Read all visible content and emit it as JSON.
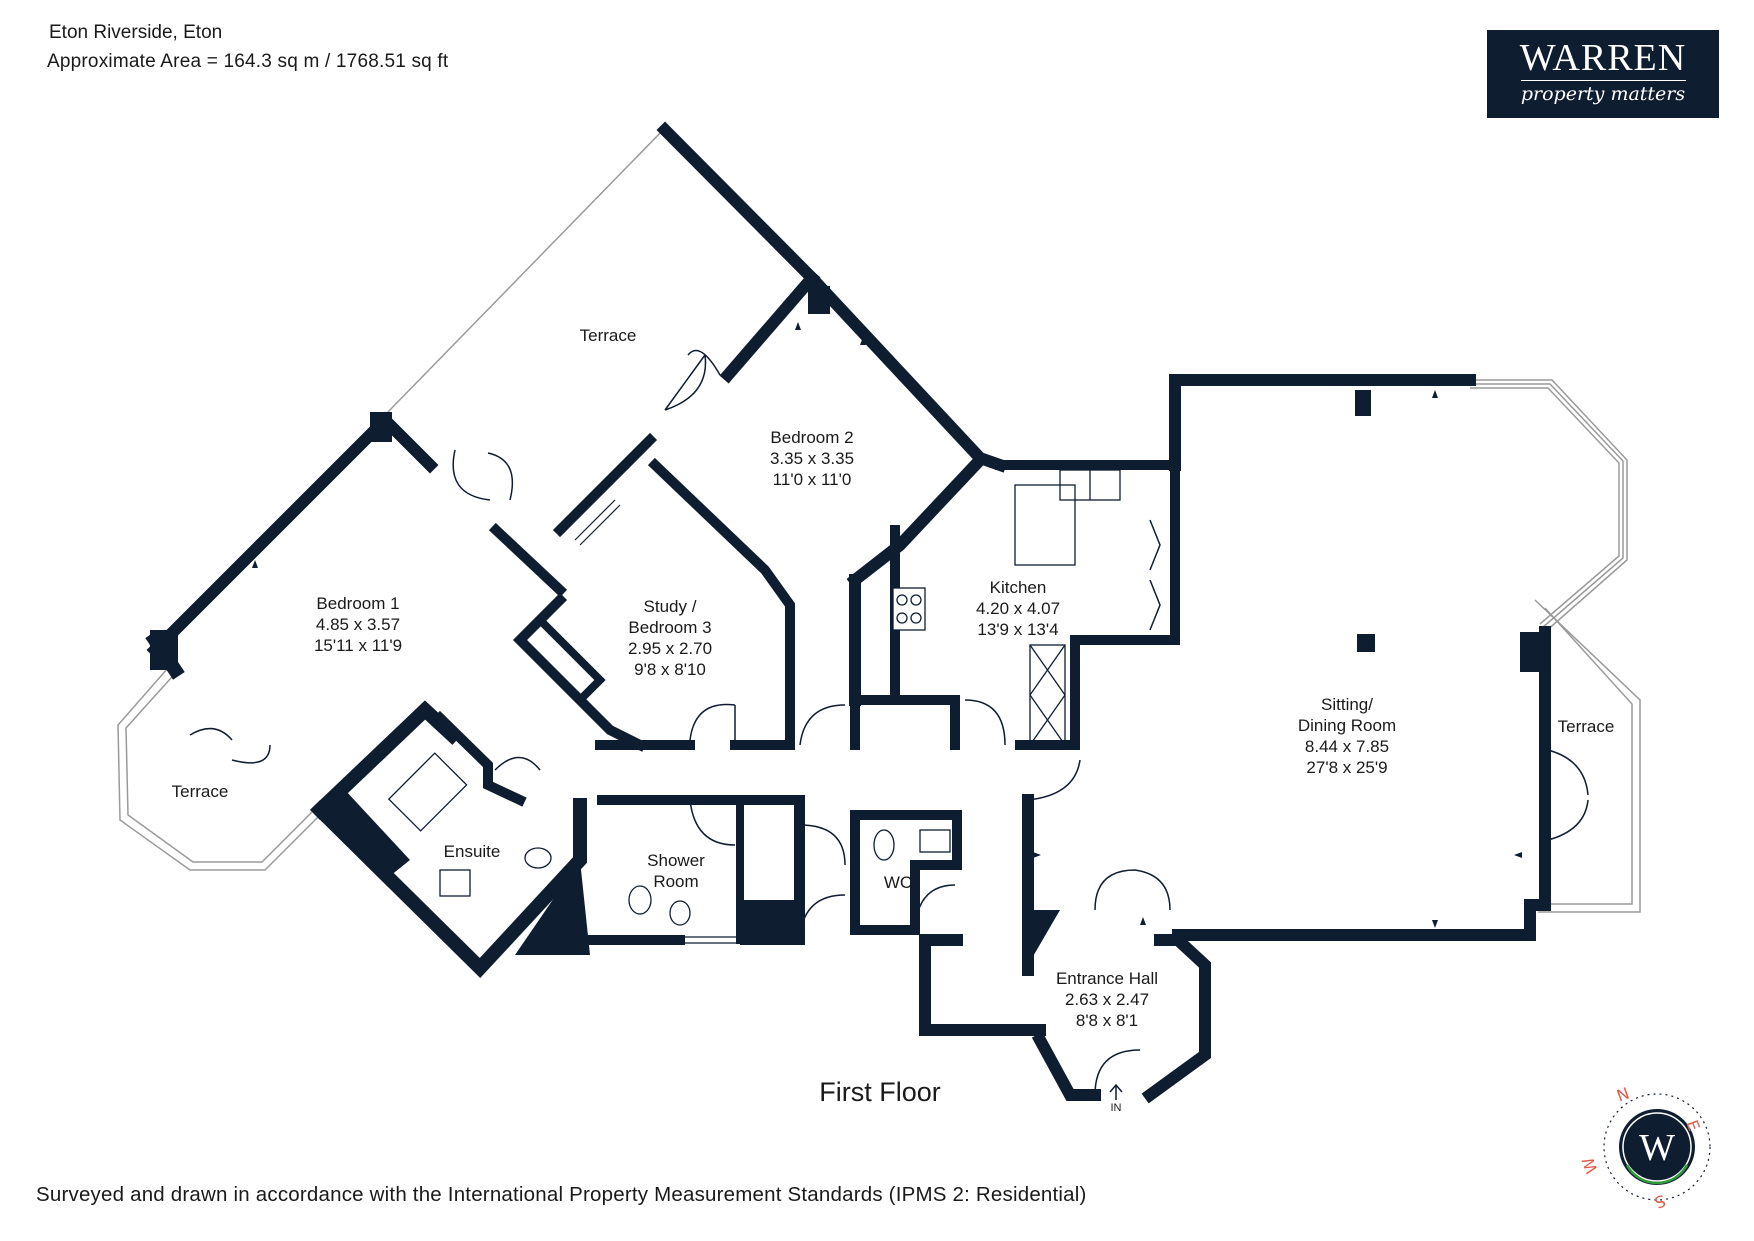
{
  "header": {
    "title": "Eton Riverside, Eton",
    "area": "Approximate Area = 164.3 sq m / 1768.51 sq ft"
  },
  "logo": {
    "main": "WARREN",
    "sub": "property matters"
  },
  "rooms": {
    "terrace_top": {
      "name": "Terrace"
    },
    "bedroom2": {
      "name": "Bedroom 2",
      "metric": "3.35 x 3.35",
      "imperial": "11'0 x 11'0"
    },
    "bedroom1": {
      "name": "Bedroom 1",
      "metric": "4.85 x 3.57",
      "imperial": "15'11 x 11'9"
    },
    "study": {
      "name": "Study /",
      "name2": "Bedroom 3",
      "metric": "2.95 x 2.70",
      "imperial": "9'8 x 8'10"
    },
    "kitchen": {
      "name": "Kitchen",
      "metric": "4.20 x 4.07",
      "imperial": "13'9 x 13'4"
    },
    "sitting": {
      "name": "Sitting/",
      "name2": "Dining Room",
      "metric": "8.44 x 7.85",
      "imperial": "27'8 x 25'9"
    },
    "terrace_right": {
      "name": "Terrace"
    },
    "terrace_left": {
      "name": "Terrace"
    },
    "ensuite": {
      "name": "Ensuite"
    },
    "shower": {
      "name": "Shower",
      "name2": "Room"
    },
    "wc": {
      "name": "WC"
    },
    "entrance": {
      "name": "Entrance Hall",
      "metric": "2.63 x 2.47",
      "imperial": "8'8 x 8'1"
    },
    "entry_marker": "IN"
  },
  "floor_label": "First Floor",
  "footer": "Surveyed and drawn in accordance with the International Property Measurement Standards (IPMS 2: Residential)",
  "compass": {
    "center": "W",
    "n": "N",
    "e": "E",
    "s": "S",
    "w": "W",
    "accent": "#e05c4a",
    "disc": "#0f1d31",
    "ring": "#2e9a3a"
  },
  "colors": {
    "wall": "#0f1d31",
    "terrace_line": "#9a9a9a"
  }
}
